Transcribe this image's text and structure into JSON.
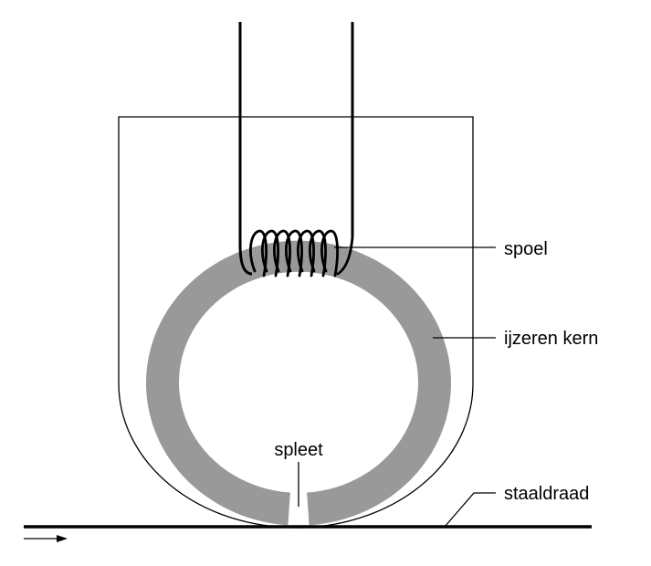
{
  "labels": {
    "coil": "spoel",
    "iron_core": "ijzeren kern",
    "gap": "spleet",
    "steel_wire": "staaldraad"
  },
  "colors": {
    "core": "#999999",
    "line": "#000000",
    "background": "#ffffff"
  },
  "icons": {
    "motion_arrow": "arrow-right-icon"
  }
}
